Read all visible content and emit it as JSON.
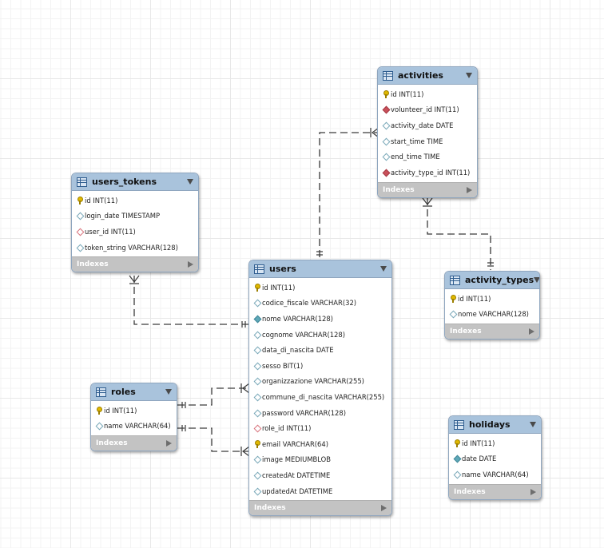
{
  "indexes_label": "Indexes",
  "tables": [
    {
      "id": "activities",
      "name": "activities",
      "columns": [
        {
          "icon": "pk-icon",
          "text": "id INT(11)"
        },
        {
          "icon": "fk-icon",
          "text": "volunteer_id INT(11)"
        },
        {
          "icon": "col-icon",
          "text": "activity_date DATE"
        },
        {
          "icon": "col-icon",
          "text": "start_time TIME"
        },
        {
          "icon": "col-icon",
          "text": "end_time TIME"
        },
        {
          "icon": "fk-icon",
          "text": "activity_type_id INT(11)"
        }
      ]
    },
    {
      "id": "users_tokens",
      "name": "users_tokens",
      "columns": [
        {
          "icon": "pk-icon",
          "text": "id INT(11)"
        },
        {
          "icon": "col-icon",
          "text": "login_date TIMESTAMP"
        },
        {
          "icon": "nnfk-icon",
          "text": "user_id INT(11)"
        },
        {
          "icon": "col-icon",
          "text": "token_string VARCHAR(128)"
        }
      ]
    },
    {
      "id": "users",
      "name": "users",
      "columns": [
        {
          "icon": "pk-icon",
          "text": "id INT(11)"
        },
        {
          "icon": "col-icon",
          "text": "codice_fiscale VARCHAR(32)"
        },
        {
          "icon": "nncol-icon",
          "text": "nome VARCHAR(128)"
        },
        {
          "icon": "col-icon",
          "text": "cognome VARCHAR(128)"
        },
        {
          "icon": "col-icon",
          "text": "data_di_nascita DATE"
        },
        {
          "icon": "col-icon",
          "text": "sesso BIT(1)"
        },
        {
          "icon": "col-icon",
          "text": "organizzazione VARCHAR(255)"
        },
        {
          "icon": "col-icon",
          "text": "commune_di_nascita VARCHAR(255)"
        },
        {
          "icon": "col-icon",
          "text": "password VARCHAR(128)"
        },
        {
          "icon": "nnfk-icon",
          "text": "role_id INT(11)"
        },
        {
          "icon": "pk-icon",
          "text": "email VARCHAR(64)"
        },
        {
          "icon": "col-icon",
          "text": "image MEDIUMBLOB"
        },
        {
          "icon": "col-icon",
          "text": "createdAt DATETIME"
        },
        {
          "icon": "col-icon",
          "text": "updatedAt DATETIME"
        }
      ]
    },
    {
      "id": "activity_types",
      "name": "activity_types",
      "columns": [
        {
          "icon": "pk-icon",
          "text": "id INT(11)"
        },
        {
          "icon": "col-icon",
          "text": "nome VARCHAR(128)"
        }
      ]
    },
    {
      "id": "roles",
      "name": "roles",
      "columns": [
        {
          "icon": "pk-icon",
          "text": "id INT(11)"
        },
        {
          "icon": "col-icon",
          "text": "name VARCHAR(64)"
        }
      ]
    },
    {
      "id": "holidays",
      "name": "holidays",
      "columns": [
        {
          "icon": "pk-icon",
          "text": "id INT(11)"
        },
        {
          "icon": "nncol-icon",
          "text": "date DATE"
        },
        {
          "icon": "col-icon",
          "text": "name VARCHAR(64)"
        }
      ]
    }
  ]
}
